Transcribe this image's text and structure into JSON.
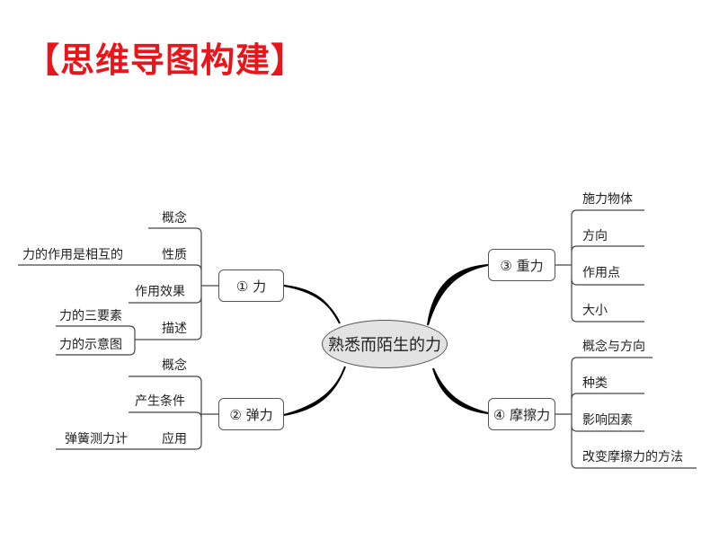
{
  "title": "【思维导图构建】",
  "center": "熟悉而陌生的力",
  "branches": [
    {
      "label": "① 力",
      "items": [
        "概念",
        "性质",
        "作用效果",
        "描述"
      ],
      "details": {
        "性质": [
          "力的作用是相互的"
        ],
        "描述": [
          "力的三要素",
          "力的示意图"
        ]
      }
    },
    {
      "label": "② 弹力",
      "items": [
        "概念",
        "产生条件",
        "应用"
      ],
      "details": {
        "应用": [
          "弹簧测力计"
        ]
      }
    },
    {
      "label": "③ 重力",
      "items": [
        "施力物体",
        "方向",
        "作用点",
        "大小"
      ]
    },
    {
      "label": "④ 摩擦力",
      "items": [
        "概念与方向",
        "种类",
        "影响因素",
        "改变摩擦力的方法"
      ]
    }
  ],
  "colors": {
    "title": "#e8161b",
    "center_fill": "#e3e3e3"
  }
}
